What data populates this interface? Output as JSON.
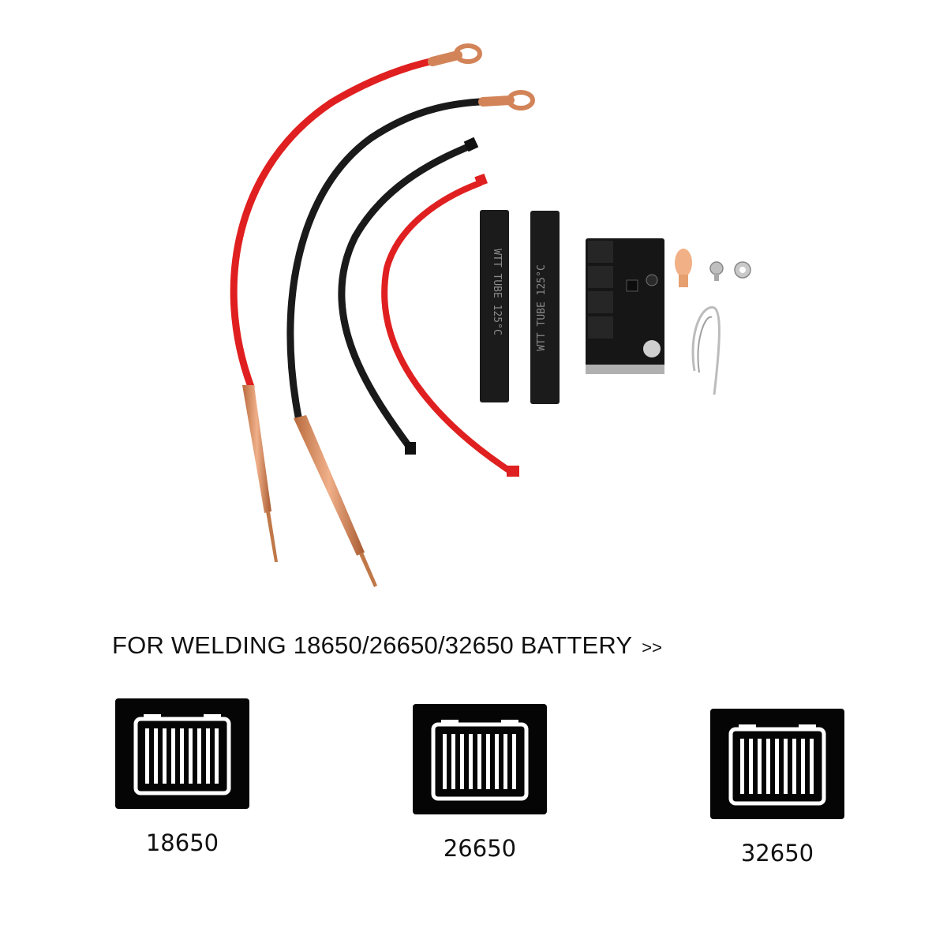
{
  "headline": {
    "text": "FOR WELDING 18650/26650/32650 BATTERY",
    "chevron": ">>"
  },
  "tubes": [
    {
      "print": "WTT TUBE 125°C"
    },
    {
      "print": "WTT TUBE 125°C"
    }
  ],
  "batteries": [
    {
      "label": "18650",
      "icon": "battery-icon"
    },
    {
      "label": "26650",
      "icon": "battery-icon"
    },
    {
      "label": "32650",
      "icon": "battery-icon"
    }
  ],
  "colors": {
    "red_wire": "#e02020",
    "black_wire": "#1a1a1a",
    "copper": "#d08a5a",
    "card_bg": "#050505",
    "icon_stroke": "#ffffff"
  }
}
